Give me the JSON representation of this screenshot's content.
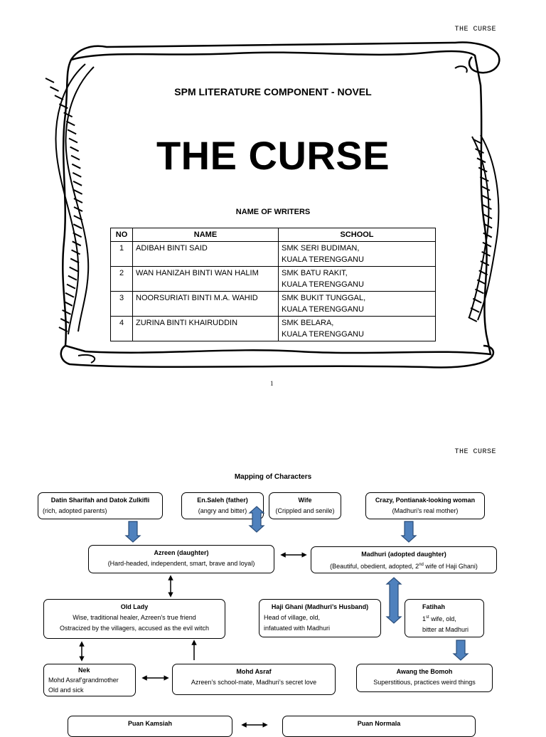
{
  "page1": {
    "header_mark": "THE CURSE",
    "subtitle": "SPM LITERATURE COMPONENT - NOVEL",
    "title": "THE CURSE",
    "writers_heading": "NAME OF WRITERS",
    "table": {
      "headers": [
        "NO",
        "NAME",
        "SCHOOL"
      ],
      "rows": [
        {
          "no": "1",
          "name": "ADIBAH BINTI SAID",
          "school_line1": "SMK SERI BUDIMAN,",
          "school_line2": "KUALA TERENGGANU"
        },
        {
          "no": "2",
          "name": "WAN HANIZAH BINTI WAN HALIM",
          "school_line1": "SMK BATU RAKIT,",
          "school_line2": "KUALA TERENGGANU"
        },
        {
          "no": "3",
          "name": "NOORSURIATI BINTI M.A. WAHID",
          "school_line1": "SMK BUKIT TUNGGAL,",
          "school_line2": "KUALA TERENGGANU"
        },
        {
          "no": "4",
          "name": "ZURINA BINTI KHAIRUDDIN",
          "school_line1": "SMK BELARA,",
          "school_line2": "KUALA TERENGGANU"
        }
      ]
    },
    "page_number": "1"
  },
  "page2": {
    "header_mark": "THE CURSE",
    "map_title": "Mapping of Characters",
    "characters": {
      "datin": {
        "name": "Datin Sharifah and Datok Zulkifli",
        "desc": "(rich, adopted parents)"
      },
      "ensaleh": {
        "name": "En.Saleh (father)",
        "desc": "(angry and bitter)"
      },
      "wife": {
        "name": "Wife",
        "desc": "(Crippled and senile)"
      },
      "crazy": {
        "name": "Crazy, Pontianak-looking woman",
        "desc": "(Madhuri’s real mother)"
      },
      "azreen": {
        "name": "Azreen (daughter)",
        "desc": "(Hard-headed, independent, smart, brave and loyal)"
      },
      "madhuri": {
        "name": "Madhuri (adopted daughter)",
        "desc_pre": "(Beautiful, obedient, adopted, 2",
        "desc_sup": "nd",
        "desc_post": " wife of Haji Ghani)"
      },
      "oldlady": {
        "name": "Old Lady",
        "desc1": "Wise, traditional healer, Azreen’s true friend",
        "desc2": "Ostracized by the villagers, accused as the evil witch"
      },
      "hajighani": {
        "name": "Haji Ghani (Madhuri’s Husband)",
        "desc1": "Head of village, old,",
        "desc2": "infatuated with Madhuri"
      },
      "fatihah": {
        "name": "Fatihah",
        "desc1_pre": "1",
        "desc1_sup": "st",
        "desc1_post": " wife, old,",
        "desc2": "bitter at Madhuri"
      },
      "nek": {
        "name": "Nek",
        "desc1": "Mohd Asraf’grandmother",
        "desc2": "Old and sick"
      },
      "mohdasraf": {
        "name": "Mohd Asraf",
        "desc": "Azreen’s school-mate, Madhuri’s secret love"
      },
      "awang": {
        "name": "Awang the Bomoh",
        "desc": "Superstitious, practices weird things"
      },
      "kamsiah": {
        "name": "Puan Kamsiah"
      },
      "normala": {
        "name": "Puan Normala"
      }
    }
  },
  "colors": {
    "arrow_fill": "#4f81bd",
    "arrow_stroke": "#2a4d7a"
  }
}
